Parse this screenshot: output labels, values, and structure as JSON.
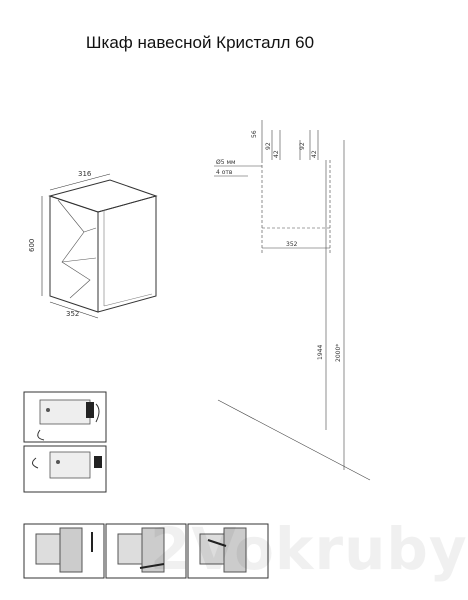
{
  "document": {
    "title": "Шкаф навесной Кристалл 60"
  },
  "cabinet": {
    "width": "316",
    "height": "600",
    "depth": "352"
  },
  "mounting": {
    "hole_note_line1": "Ø5 мм",
    "hole_note_line2": "4 отв",
    "dim_56": "56",
    "dim_92_a": "92",
    "dim_42_a": "42",
    "dim_92_b": "92",
    "dim_42_b": "42",
    "dim_352": "352",
    "dim_1944": "1944",
    "dim_2000": "2000*"
  },
  "watermark": {
    "text": "2Vokruby"
  },
  "icons": {
    "hanger_icon": "cabinet-hanger-illustration",
    "hinge_icon": "hinge-adjust-illustration"
  }
}
